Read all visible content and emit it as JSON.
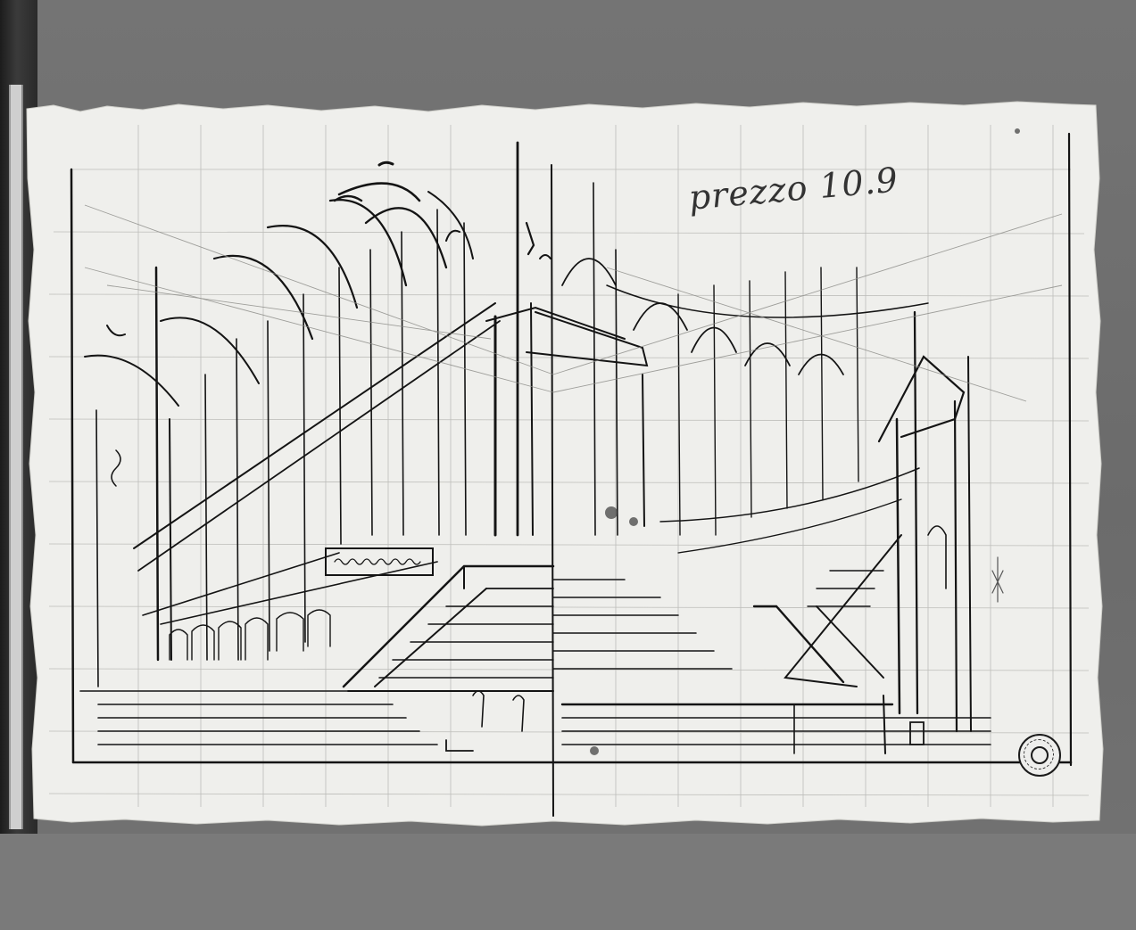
{
  "photograph": {
    "subject": "drawing-sheet",
    "background_color": "#6f6f6f",
    "paper_color": "#eeeeec",
    "ink_color": "#141414"
  },
  "sheet": {
    "handwritten_note": "prezzo 10.9",
    "stamp": "collection-stamp"
  }
}
